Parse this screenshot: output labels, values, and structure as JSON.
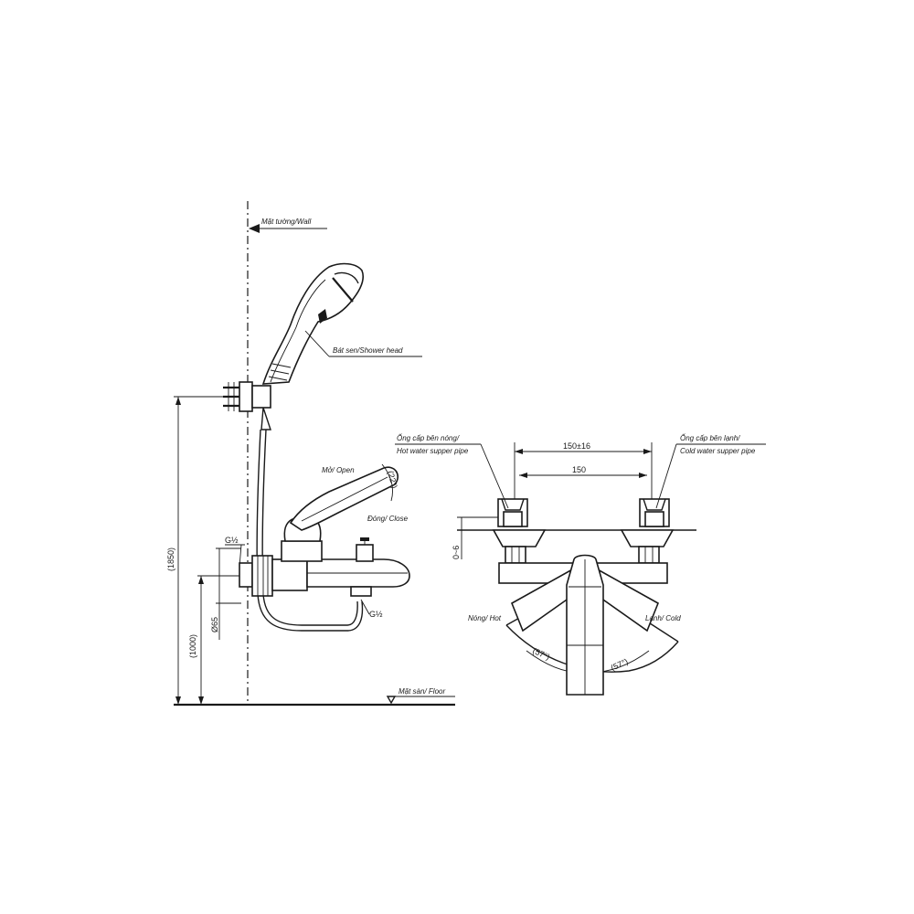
{
  "labels": {
    "wall": "Mặt tường/Wall",
    "shower_head": "Bát sen/Shower head",
    "open": "Mở/ Open",
    "close": "Đóng/ Close",
    "floor": "Mặt sàn/ Floor",
    "hot_pipe_vi": "Ống cấp bên nóng/",
    "hot_pipe_en": "Hot water supper pipe",
    "cold_pipe_vi": "Ống cấp bên lạnh/",
    "cold_pipe_en": "Cold water supper pipe",
    "hot": "Nóng/ Hot",
    "cold": "Lạnh/ Cold"
  },
  "dimensions": {
    "height_total": "(1850)",
    "height_mixer": "(1000)",
    "diameter": "Ø65",
    "thread_top": "G½",
    "thread_bottom": "G½",
    "angle_lever": "(22°)",
    "spacing_tol": "150±16",
    "spacing": "150",
    "offset": "0~6",
    "angle_left": "(57°)",
    "angle_right": "(57°)"
  },
  "colors": {
    "line": "#1a1a1a",
    "background": "#ffffff"
  }
}
